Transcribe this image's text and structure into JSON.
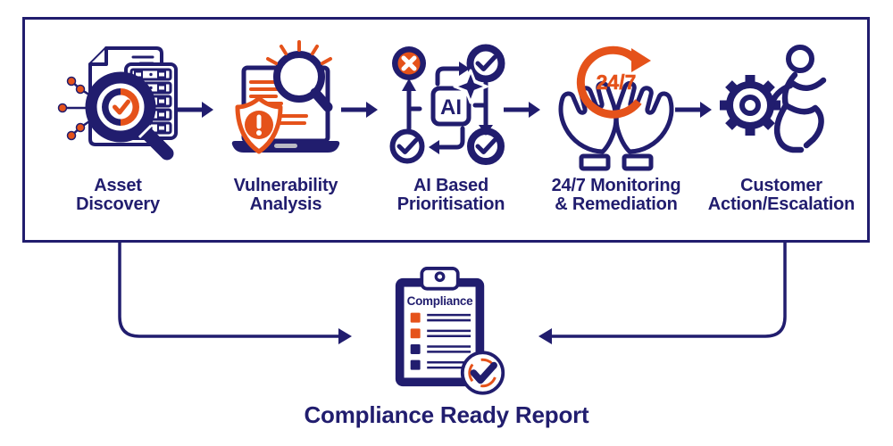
{
  "colors": {
    "navy": "#211d6e",
    "orange": "#e5521a",
    "gray": "#b9bac4"
  },
  "flow": {
    "steps": [
      {
        "name": "asset-discovery",
        "line1": "Asset",
        "line2": "Discovery"
      },
      {
        "name": "vulnerability-analysis",
        "line1": "Vulnerability",
        "line2": "Analysis"
      },
      {
        "name": "ai-based-prioritisation",
        "line1": "AI Based",
        "line2": "Prioritisation"
      },
      {
        "name": "monitoring-remediation",
        "line1": "24/7 Monitoring",
        "line2": "& Remediation"
      },
      {
        "name": "customer-action-escalation",
        "line1": "Customer",
        "line2": "Action/Escalation"
      }
    ]
  },
  "icon_text": {
    "ai": "AI",
    "always_on": "24/7",
    "clipboard_title": "Compliance"
  },
  "report": {
    "caption": "Compliance Ready Report"
  }
}
